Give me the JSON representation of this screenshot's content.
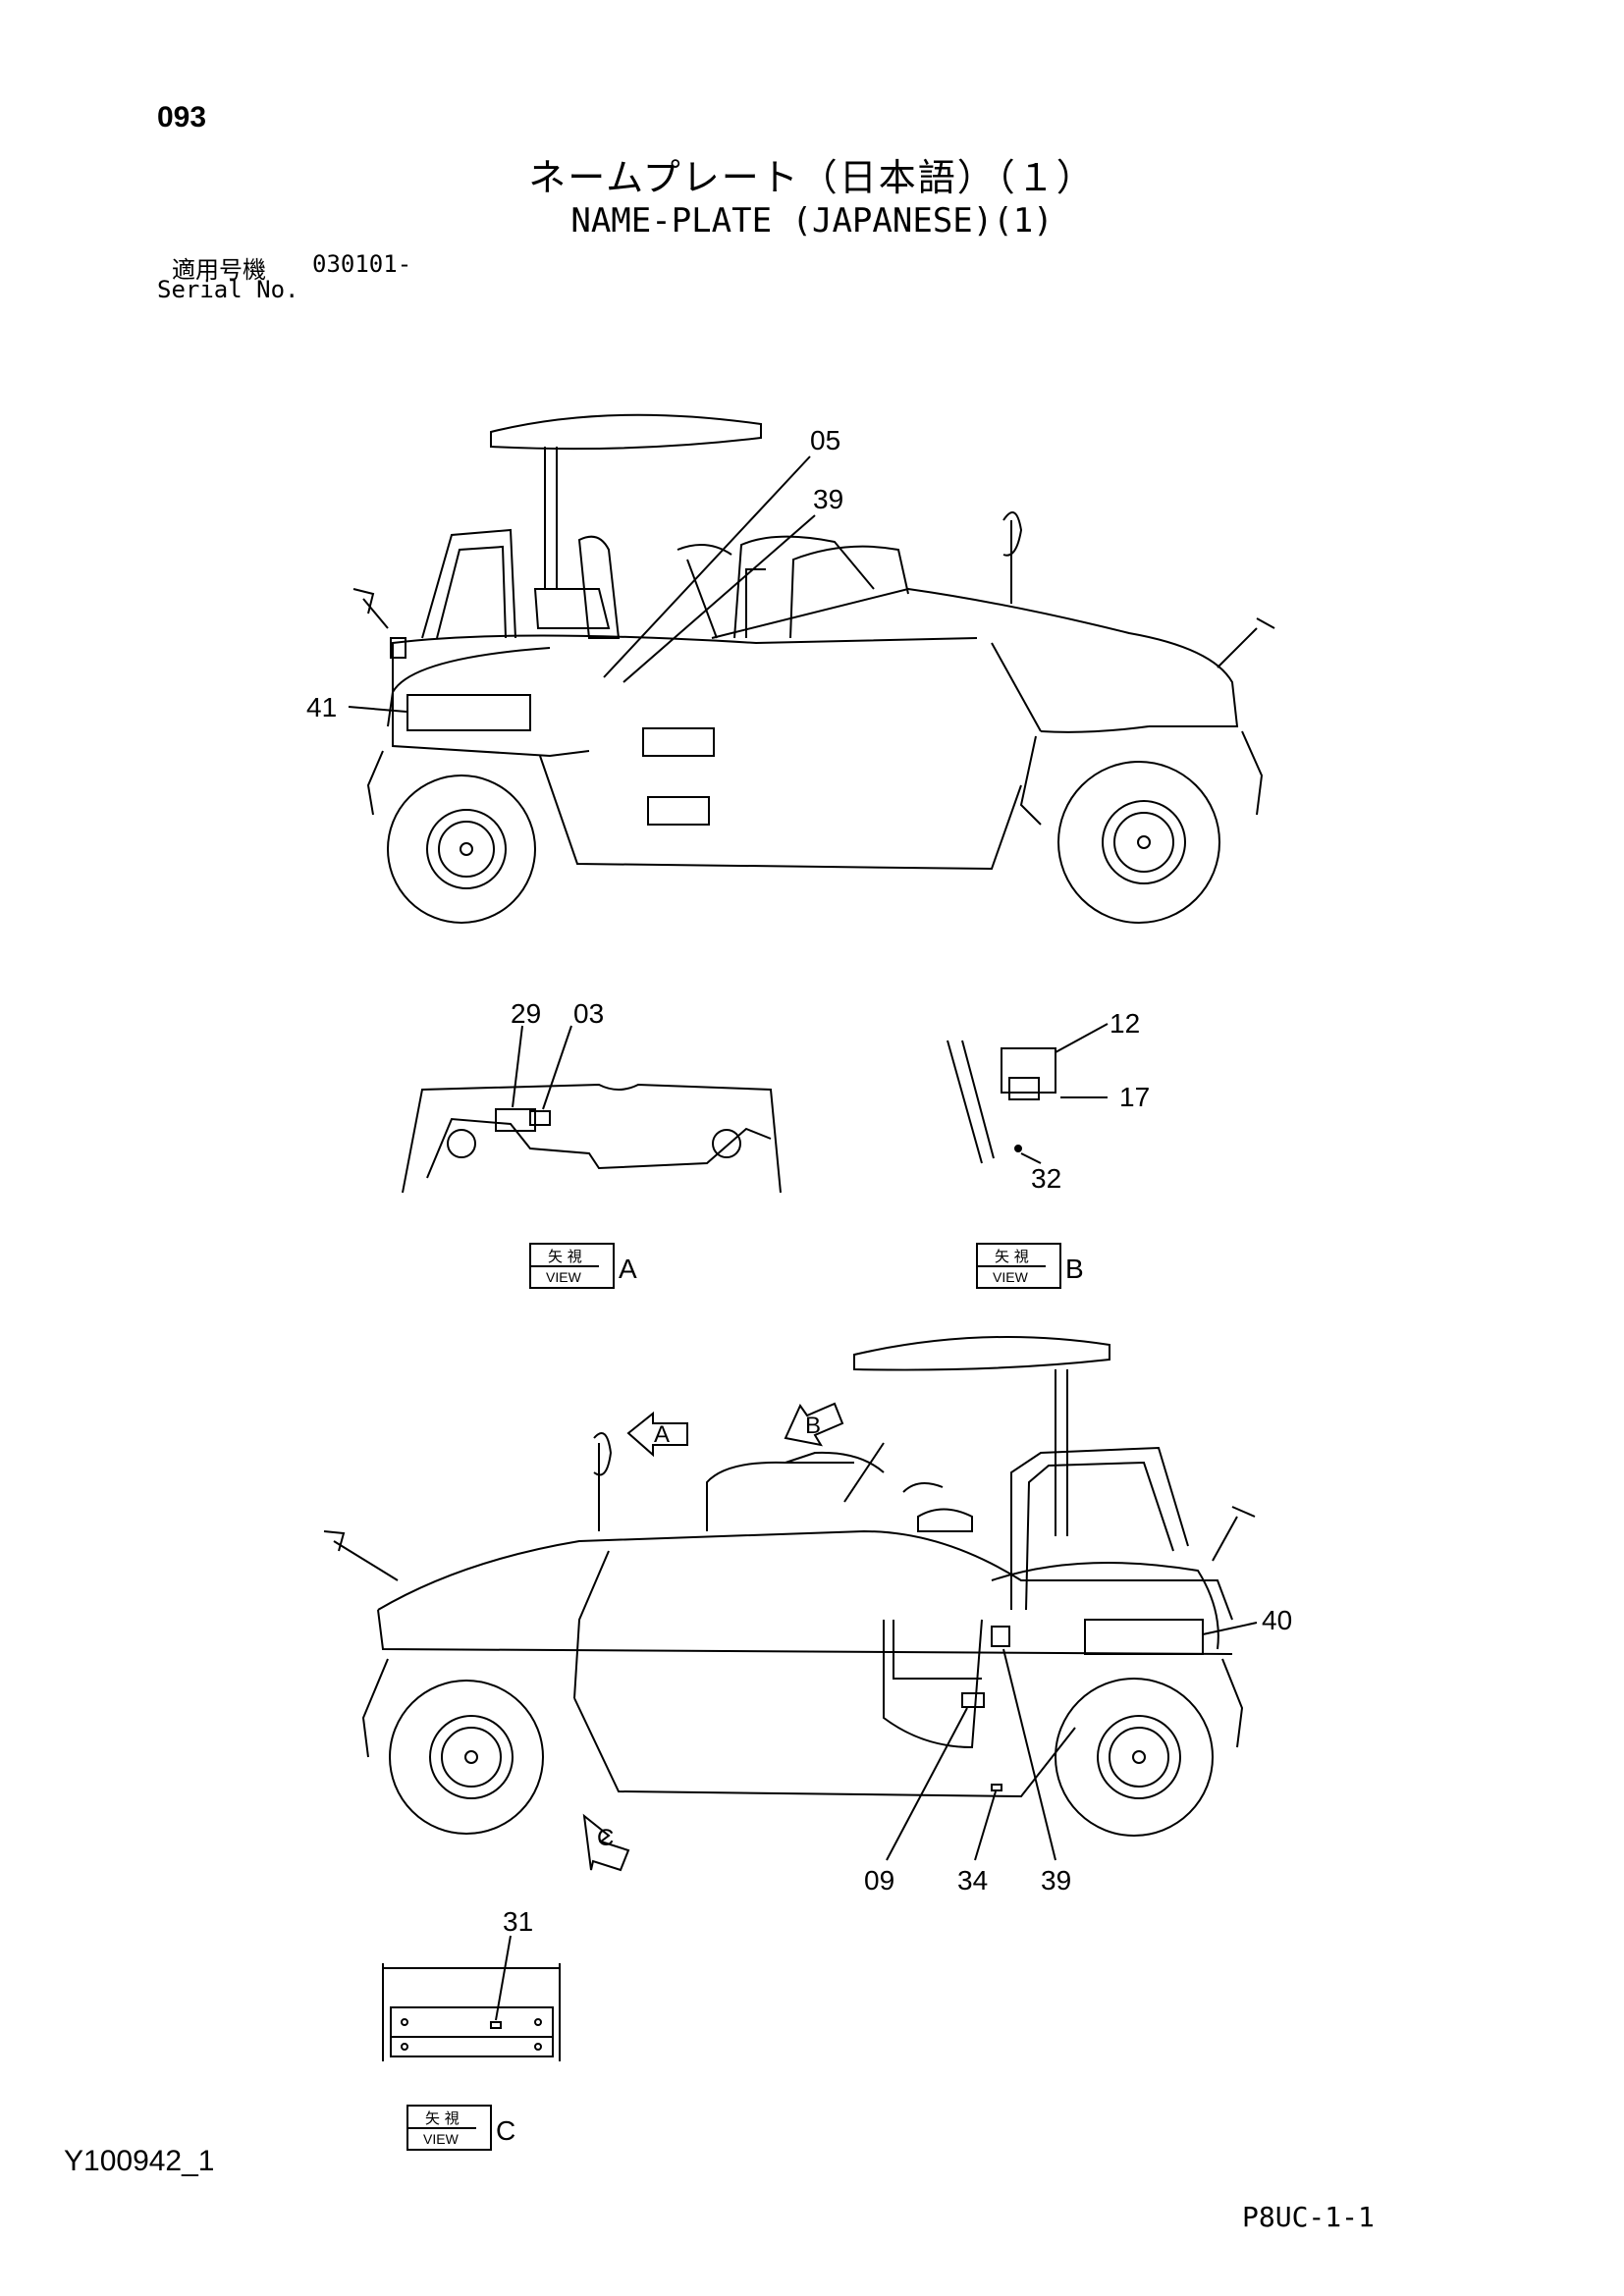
{
  "header": {
    "page_number": "093",
    "title_japanese": "ネームプレート（日本語）（１）",
    "title_english": "NAME-PLATE (JAPANESE)(1)",
    "serial_label_japanese": "適用号機",
    "serial_value": "030101-",
    "serial_label_english": "Serial No."
  },
  "callouts": {
    "top_view": [
      "05",
      "39",
      "41"
    ],
    "view_a": [
      "29",
      "03"
    ],
    "view_b": [
      "12",
      "17",
      "32"
    ],
    "bottom_view": [
      "40",
      "09",
      "34",
      "39"
    ],
    "view_c": [
      "31"
    ]
  },
  "view_labels": {
    "kanji": "矢 視",
    "view": "VIEW",
    "a": "A",
    "b": "B",
    "c": "C"
  },
  "direction_arrows": [
    "A",
    "B",
    "C"
  ],
  "footer": {
    "drawing_number": "Y100942_1",
    "page_code": "P8UC-1-1"
  }
}
